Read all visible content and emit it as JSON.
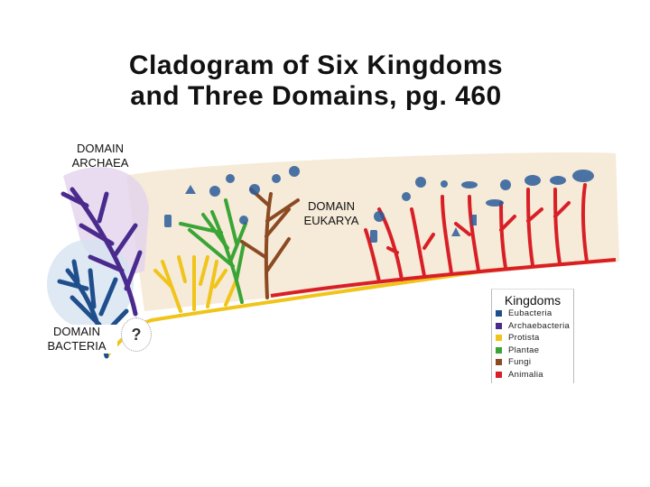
{
  "title": {
    "line1": "Cladogram of Six Kingdoms",
    "line2": "and Three Domains, pg. 460"
  },
  "domains": {
    "archaea": [
      "DOMAIN",
      "ARCHAEA"
    ],
    "eukarya": [
      "DOMAIN",
      "EUKARYA"
    ],
    "bacteria": [
      "DOMAIN",
      "BACTERIA"
    ]
  },
  "unknown_marker": "?",
  "legend": {
    "title": "Kingdoms",
    "items": [
      {
        "label": "Eubacteria",
        "color": "#1f4e8c"
      },
      {
        "label": "Archaebacteria",
        "color": "#4b2a8e"
      },
      {
        "label": "Protista",
        "color": "#f0c419"
      },
      {
        "label": "Plantae",
        "color": "#3aa535"
      },
      {
        "label": "Fungi",
        "color": "#8b4a22"
      },
      {
        "label": "Animalia",
        "color": "#d91f26"
      }
    ]
  },
  "colors": {
    "background_band": "#f6ead8",
    "archaea_glow": "#e3d3ee",
    "bacteria_glow": "#d6e3f1"
  }
}
